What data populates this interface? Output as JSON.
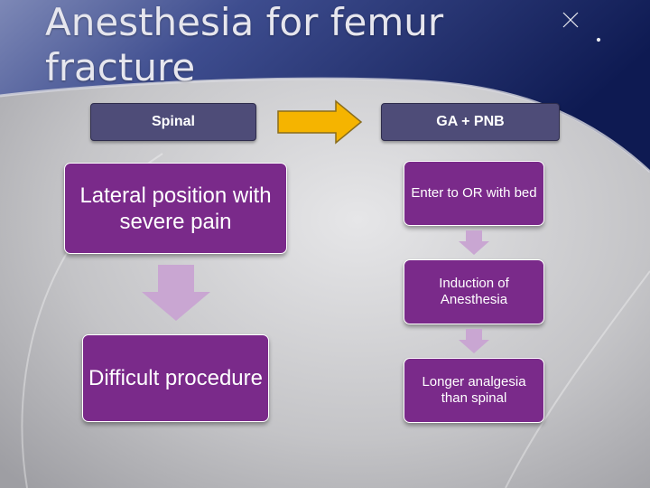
{
  "slide": {
    "title": "Anesthesia for femur fracture"
  },
  "diagram": {
    "left_header": "Spinal",
    "right_header": "GA + PNB",
    "left_steps": [
      "Lateral position with severe pain",
      "Difficult procedure"
    ],
    "right_steps": [
      "Enter to OR with bed",
      "Induction of Anesthesia",
      "Longer analgesia than spinal"
    ]
  },
  "colors": {
    "header_box": "#4e4c78",
    "step_box": "#7a2a8a",
    "compare_arrow": "#f5b400",
    "flow_arrow": "#c9a6d2"
  }
}
